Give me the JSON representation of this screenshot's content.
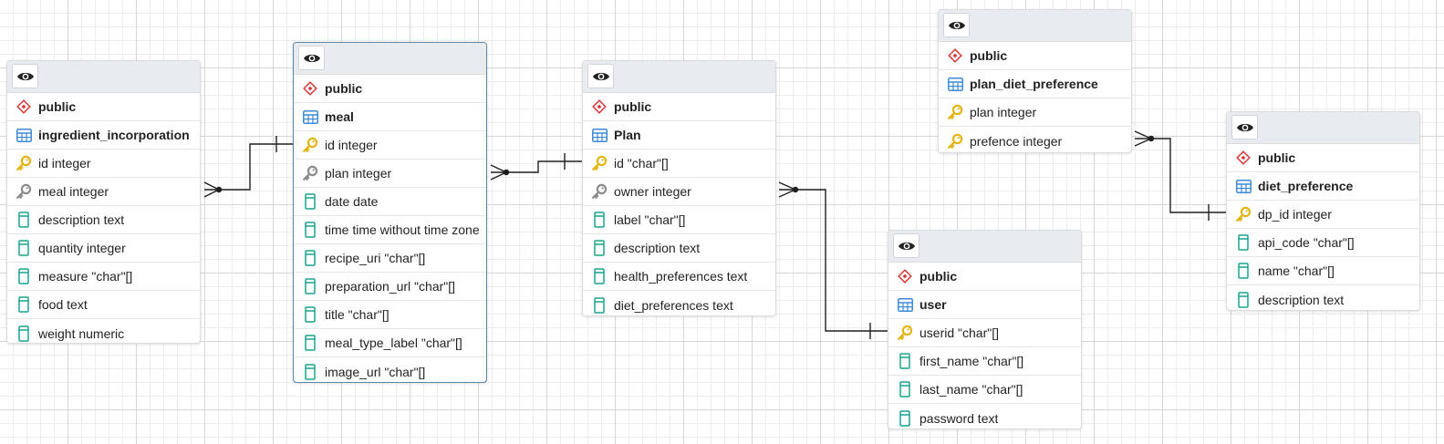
{
  "colors": {
    "schema_icon": "#d9383a",
    "table_icon": "#3c8ad8",
    "primary_key": "#e5b411",
    "foreign_key": "#8a8a8a",
    "column_icon": "#1aa38e",
    "link_line": "#1f1f1f",
    "selected_border": "#5a86a8"
  },
  "tables": [
    {
      "id": "ingredient_incorporation",
      "schema": "public",
      "name": "ingredient_incorporation",
      "columns": [
        {
          "label": "id integer",
          "kind": "primary-key"
        },
        {
          "label": "meal integer",
          "kind": "foreign-key"
        },
        {
          "label": "description text",
          "kind": "column"
        },
        {
          "label": "quantity integer",
          "kind": "column"
        },
        {
          "label": "measure \"char\"[]",
          "kind": "column"
        },
        {
          "label": "food text",
          "kind": "column"
        },
        {
          "label": "weight numeric",
          "kind": "column"
        }
      ]
    },
    {
      "id": "meal",
      "schema": "public",
      "name": "meal",
      "selected": true,
      "columns": [
        {
          "label": "id integer",
          "kind": "primary-key"
        },
        {
          "label": "plan integer",
          "kind": "foreign-key"
        },
        {
          "label": "date date",
          "kind": "column"
        },
        {
          "label": "time time without time zone",
          "kind": "column"
        },
        {
          "label": "recipe_uri \"char\"[]",
          "kind": "column"
        },
        {
          "label": "preparation_url \"char\"[]",
          "kind": "column"
        },
        {
          "label": "title \"char\"[]",
          "kind": "column"
        },
        {
          "label": "meal_type_label \"char\"[]",
          "kind": "column"
        },
        {
          "label": "image_url \"char\"[]",
          "kind": "column"
        }
      ]
    },
    {
      "id": "plan",
      "schema": "public",
      "name": "Plan",
      "columns": [
        {
          "label": "id \"char\"[]",
          "kind": "primary-key"
        },
        {
          "label": "owner integer",
          "kind": "foreign-key"
        },
        {
          "label": "label \"char\"[]",
          "kind": "column"
        },
        {
          "label": "description text",
          "kind": "column"
        },
        {
          "label": "health_preferences text",
          "kind": "column"
        },
        {
          "label": "diet_preferences text",
          "kind": "column"
        }
      ]
    },
    {
      "id": "plan_diet_preference",
      "schema": "public",
      "name": "plan_diet_preference",
      "columns": [
        {
          "label": "plan integer",
          "kind": "primary-key"
        },
        {
          "label": "prefence integer",
          "kind": "primary-key"
        }
      ]
    },
    {
      "id": "user",
      "schema": "public",
      "name": "user",
      "columns": [
        {
          "label": "userid \"char\"[]",
          "kind": "primary-key"
        },
        {
          "label": "first_name \"char\"[]",
          "kind": "column"
        },
        {
          "label": "last_name \"char\"[]",
          "kind": "column"
        },
        {
          "label": "password text",
          "kind": "column"
        }
      ]
    },
    {
      "id": "diet_preference",
      "schema": "public",
      "name": "diet_preference",
      "columns": [
        {
          "label": "dp_id integer",
          "kind": "primary-key"
        },
        {
          "label": "api_code \"char\"[]",
          "kind": "column"
        },
        {
          "label": "name \"char\"[]",
          "kind": "column"
        },
        {
          "label": "description text",
          "kind": "column"
        }
      ]
    }
  ],
  "relationships": [
    {
      "from": "ingredient_incorporation",
      "from_column": "meal integer",
      "to": "meal",
      "to_column": "id integer",
      "cardinality": "many-to-one"
    },
    {
      "from": "meal",
      "from_column": "plan integer",
      "to": "plan",
      "to_column": "id \"char\"[]",
      "cardinality": "many-to-one"
    },
    {
      "from": "plan",
      "from_column": "owner integer",
      "to": "user",
      "to_column": "userid \"char\"[]",
      "cardinality": "many-to-one"
    },
    {
      "from": "plan_diet_preference",
      "from_column": "prefence integer",
      "to": "diet_preference",
      "to_column": "dp_id integer",
      "cardinality": "many-to-one"
    }
  ]
}
